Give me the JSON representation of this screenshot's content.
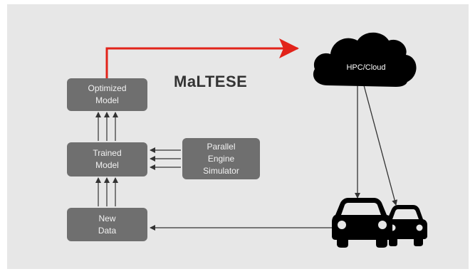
{
  "title": "MaLTESE",
  "nodes": {
    "optimized_model": {
      "lines": [
        "Optimized",
        "Model"
      ]
    },
    "trained_model": {
      "lines": [
        "Trained",
        "Model"
      ]
    },
    "new_data": {
      "lines": [
        "New",
        "Data"
      ]
    },
    "simulator": {
      "lines": [
        "Parallel",
        "Engine",
        "Simulator"
      ]
    },
    "cloud": {
      "label": "HPC/Cloud"
    }
  },
  "colors": {
    "background": "#e7e7e7",
    "box": "#6f6f6f",
    "box_text": "#f2f2f2",
    "arrow": "#333333",
    "highlight_arrow": "#e2231a",
    "cloud": "#000000"
  },
  "icons": [
    "cloud-icon",
    "car-icon",
    "car-icon"
  ]
}
